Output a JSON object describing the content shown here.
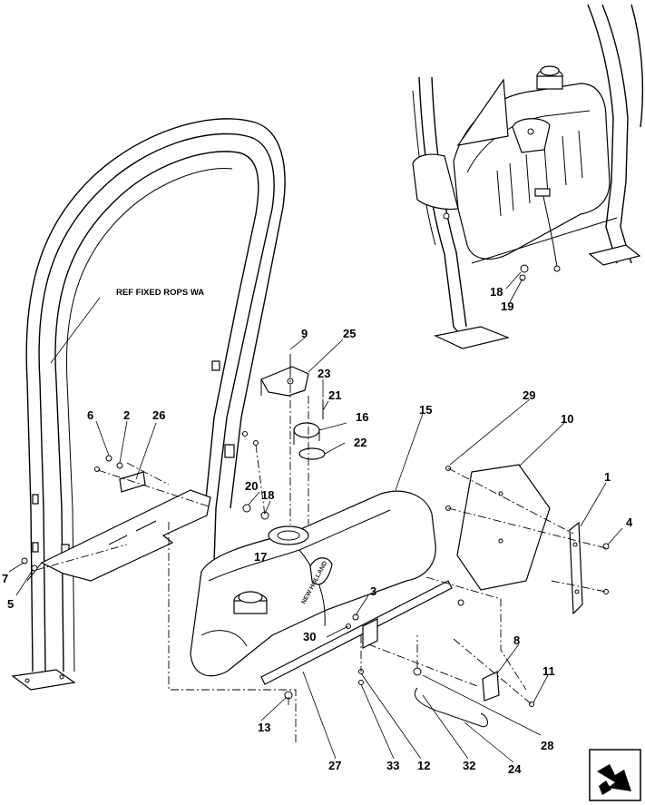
{
  "ref_label": "REF FIXED ROPS WA",
  "logo_text": "NEW HOLLAND",
  "callouts": {
    "c1": "1",
    "c2": "2",
    "c3": "3",
    "c4": "4",
    "c5": "5",
    "c6": "6",
    "c7": "7",
    "c8": "8",
    "c9": "9",
    "c10": "10",
    "c11": "11",
    "c12": "12",
    "c13": "13",
    "c15": "15",
    "c16": "16",
    "c17": "17",
    "c18a": "18",
    "c18b": "18",
    "c19": "19",
    "c20": "20",
    "c21": "21",
    "c22": "22",
    "c23": "23",
    "c24": "24",
    "c25": "25",
    "c26": "26",
    "c27": "27",
    "c28": "28",
    "c29": "29",
    "c30": "30",
    "c32": "32",
    "c33": "33"
  },
  "icons": {
    "nav": "next-page-arrow-icon"
  }
}
